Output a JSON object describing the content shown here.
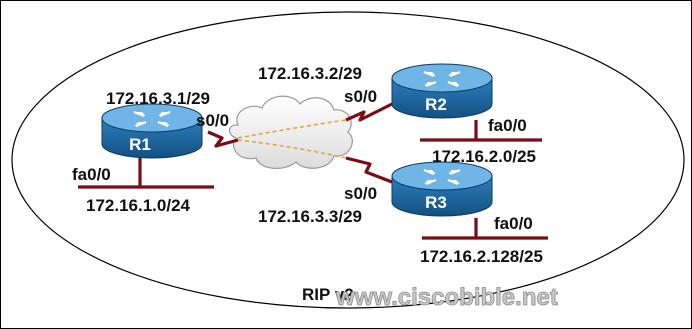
{
  "protocol_label": "RIP v2",
  "watermark": "www.ciscobible.net",
  "routers": {
    "r1": {
      "name": "R1"
    },
    "r2": {
      "name": "R2"
    },
    "r3": {
      "name": "R3"
    }
  },
  "interfaces": {
    "r1_serial": {
      "name": "s0/0",
      "ip": "172.16.3.1/29"
    },
    "r1_lan": {
      "name": "fa0/0",
      "network": "172.16.1.0/24"
    },
    "r2_serial": {
      "name": "s0/0",
      "ip": "172.16.3.2/29"
    },
    "r2_lan": {
      "name": "fa0/0",
      "network": "172.16.2.0/25"
    },
    "r3_serial": {
      "name": "s0/0",
      "ip": "172.16.3.3/29"
    },
    "r3_lan": {
      "name": "fa0/0",
      "network": "172.16.2.128/25"
    }
  },
  "colors": {
    "router_top": "#5aa6dd",
    "router_side": "#1f6aa6",
    "link": "#7a0c14",
    "cloud_dash": "#e8a33c"
  }
}
